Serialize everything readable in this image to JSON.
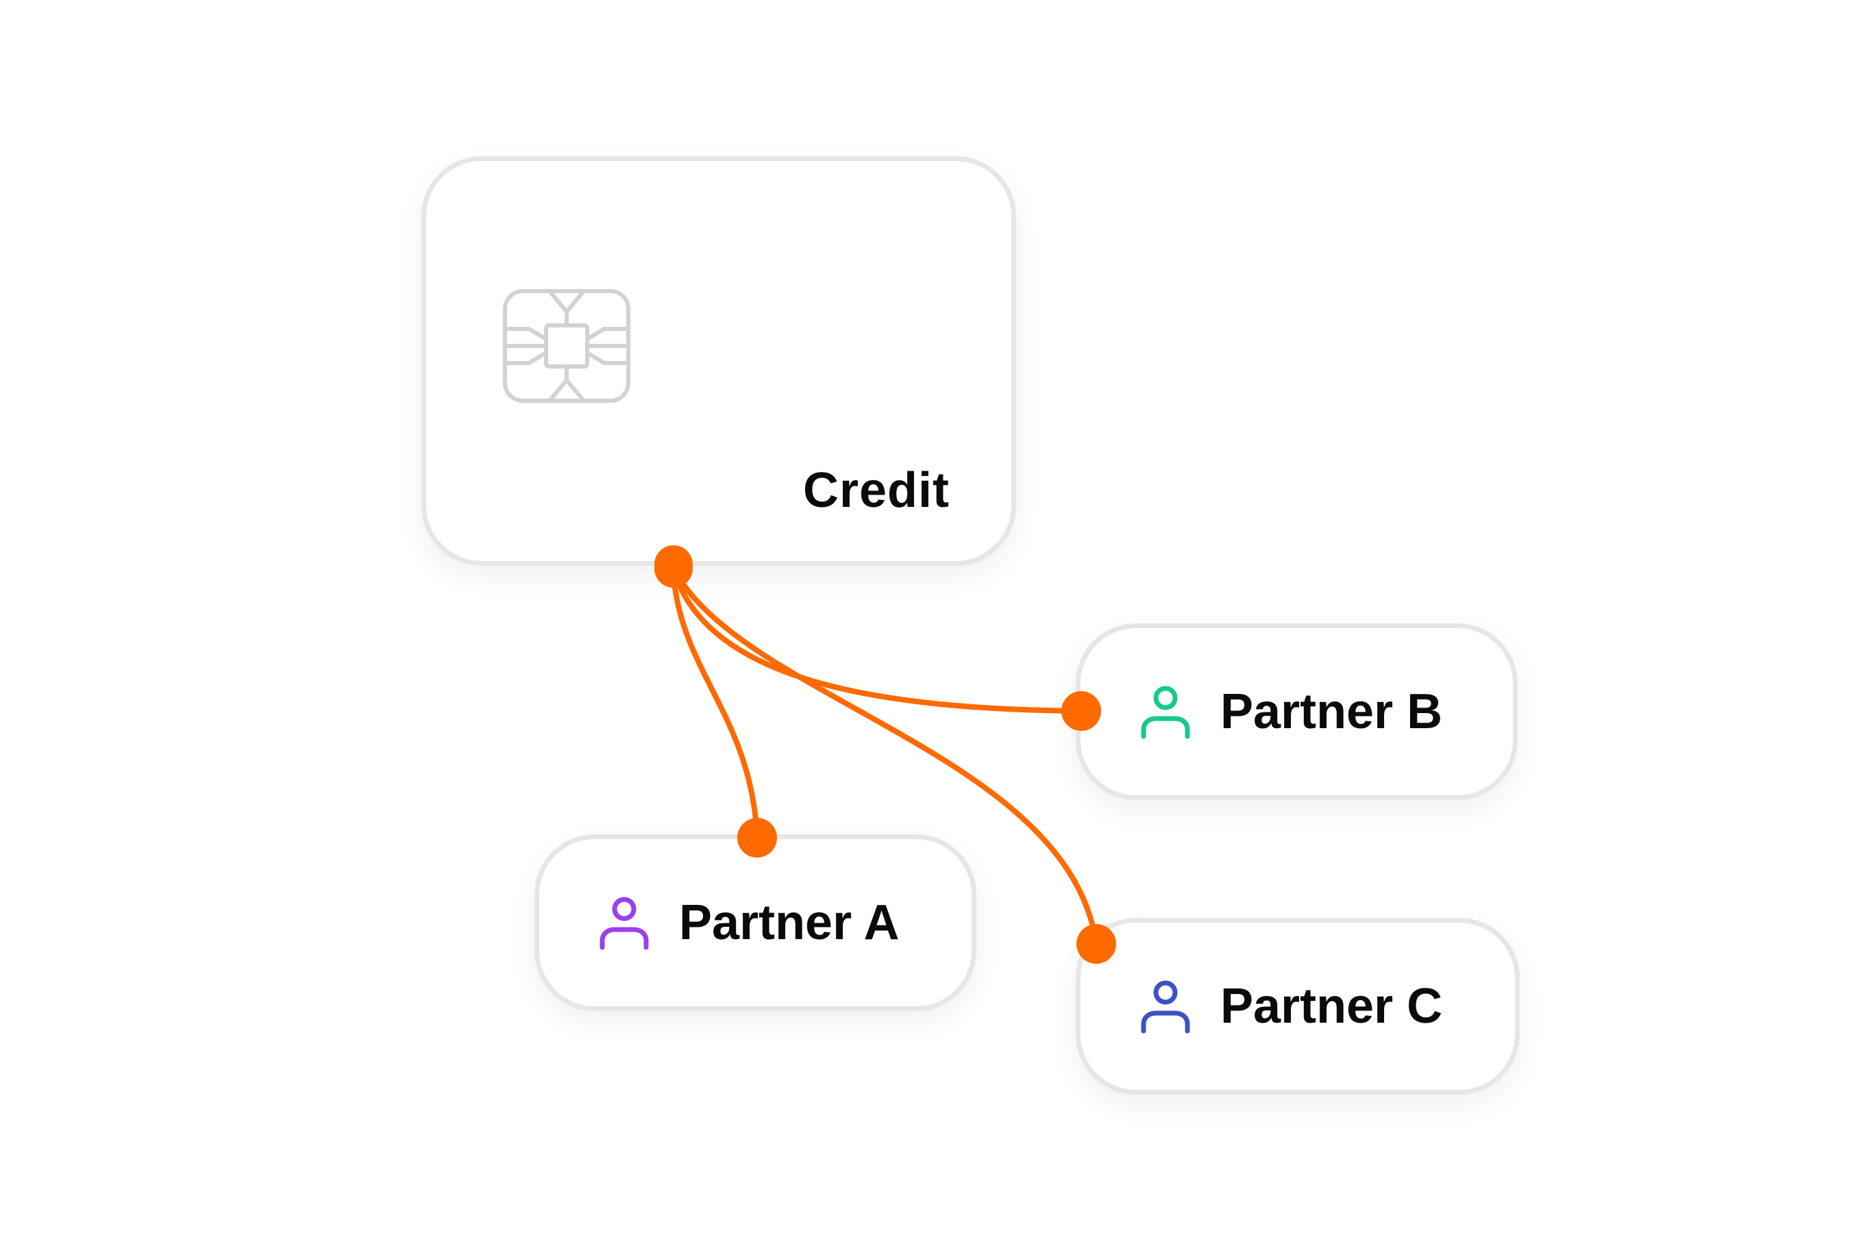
{
  "credit_card": {
    "label": "Credit",
    "icon": "card-chip-icon"
  },
  "partners": [
    {
      "label": "Partner A",
      "icon": "user-icon",
      "color": "#9b3ff0"
    },
    {
      "label": "Partner B",
      "icon": "user-icon",
      "color": "#16c98d"
    },
    {
      "label": "Partner C",
      "icon": "user-icon",
      "color": "#3f51c4"
    }
  ],
  "colors": {
    "connector": "#ff6a00",
    "card_border": "#e6e6e6",
    "chip": "#cfcfcf"
  }
}
